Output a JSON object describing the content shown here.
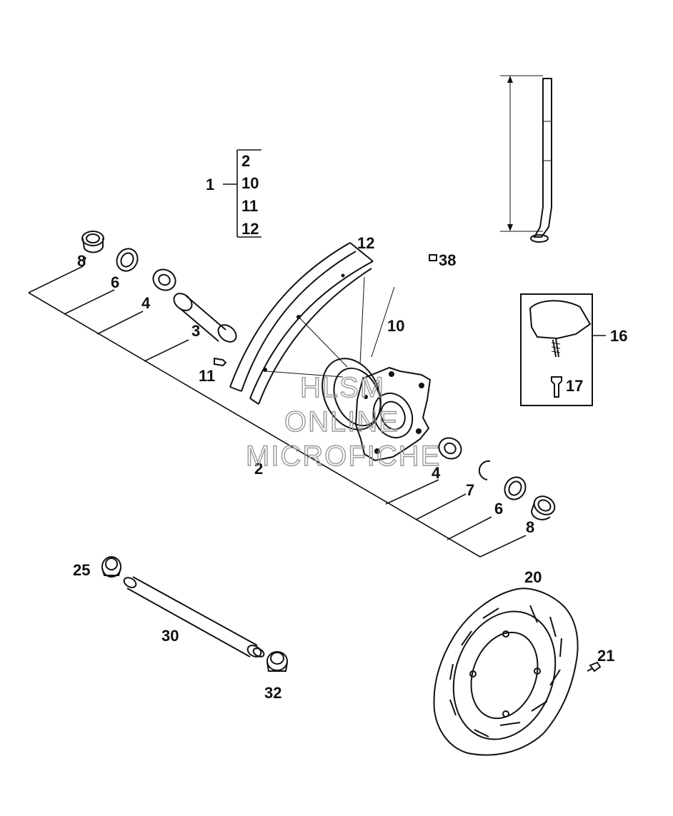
{
  "callouts": {
    "c1": "1",
    "c2a": "2",
    "c10a": "10",
    "c11a": "11",
    "c12a": "12",
    "c12": "12",
    "c38": "38",
    "c8a": "8",
    "c6a": "6",
    "c4a": "4",
    "c3": "3",
    "c10": "10",
    "c11": "11",
    "c16": "16",
    "c17": "17",
    "c2": "2",
    "c4b": "4",
    "c7": "7",
    "c6b": "6",
    "c8b": "8",
    "c25": "25",
    "c30": "30",
    "c32": "32",
    "c20": "20",
    "c21": "21"
  },
  "watermark": {
    "line1": "HLSM",
    "line2": "ONLINE",
    "line3": "MICROFICHE"
  },
  "colors": {
    "ink": "#111111",
    "watermark": "#999999",
    "background": "#ffffff"
  }
}
